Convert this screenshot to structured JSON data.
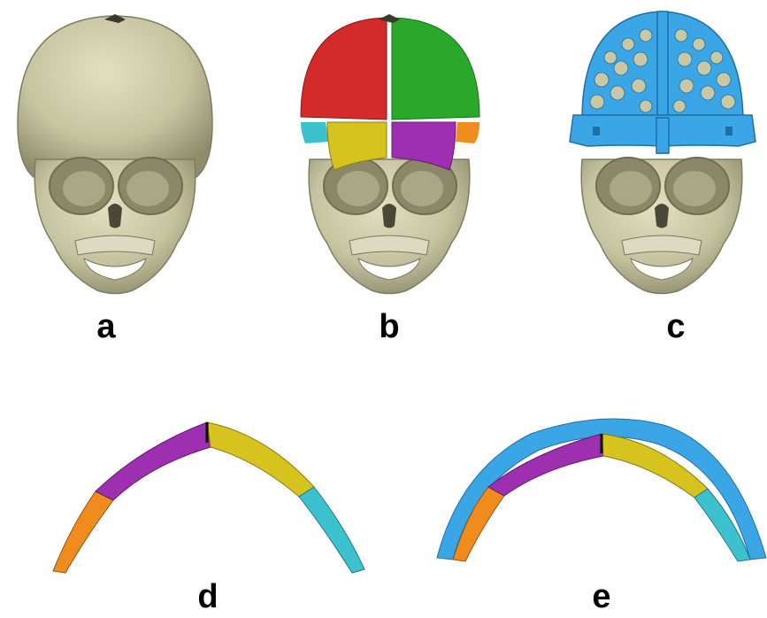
{
  "figure": {
    "panels": [
      {
        "id": "a",
        "label": "a",
        "content": "skull-plain"
      },
      {
        "id": "b",
        "label": "b",
        "content": "skull-segmented"
      },
      {
        "id": "c",
        "label": "c",
        "content": "skull-with-helmet"
      },
      {
        "id": "d",
        "label": "d",
        "content": "cranial-section"
      },
      {
        "id": "e",
        "label": "e",
        "content": "cranial-section-with-helmet"
      }
    ]
  },
  "colors": {
    "bone": "#c9c7a4",
    "bone_shadow": "#8d8b6e",
    "red": "#d42a2a",
    "green": "#2aa82a",
    "yellow": "#d6c31e",
    "purple": "#9d2fb0",
    "cyan": "#3cc1cf",
    "orange": "#f08c1e",
    "helmet_blue": "#3aa6e6"
  }
}
